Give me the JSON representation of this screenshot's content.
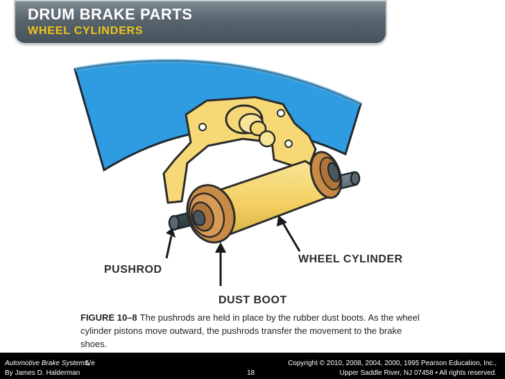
{
  "header": {
    "title": "DRUM BRAKE PARTS",
    "subtitle": "WHEEL CYLINDERS"
  },
  "diagram": {
    "labels": {
      "pushrod": "PUSHROD",
      "dust_boot": "DUST BOOT",
      "wheel_cylinder": "WHEEL CYLINDER"
    },
    "colors": {
      "drum": "#2f9be0",
      "cylinder": "#f6d976",
      "boot": "#c88a45",
      "pushrod": "#49565e"
    }
  },
  "caption": {
    "figure": "FIGURE 10–8",
    "text": "The pushrods are held in place by the rubber dust boots. As the wheel cylinder pistons move outward, the pushrods transfer the movement to the brake shoes."
  },
  "footer": {
    "book": "Automotive Brake Systems,",
    "edition": "5/e",
    "author": "By James D. Halderman",
    "page": "18",
    "copyright_line1": "Copyright © 2010, 2008, 2004, 2000, 1995 Pearson Education, Inc.,",
    "copyright_line2": "Upper Saddle River, NJ 07458 • All rights reserved."
  }
}
